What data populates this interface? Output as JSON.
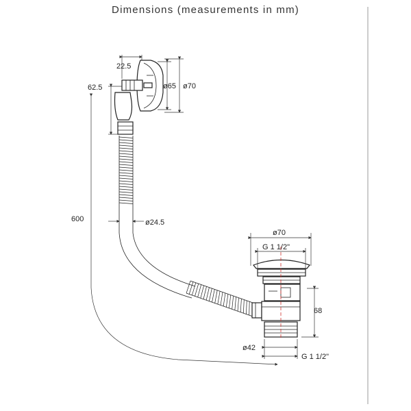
{
  "title": "Dimensions (measurements in mm)",
  "labels": {
    "d_22_5": "22.5",
    "d_62_5": "62.5",
    "d_o65": "ø65",
    "d_o70_top": "ø70",
    "d_600": "600",
    "d_o24_5": "ø24.5",
    "d_o70_waste": "ø70",
    "d_g_top": "G 1 1/2\"",
    "d_68": "68",
    "d_o42": "ø42",
    "d_g_bottom": "G 1 1/2\""
  },
  "colors": {
    "line": "#222222",
    "centerline": "#d0312d",
    "frame": "#9a9a9a"
  }
}
